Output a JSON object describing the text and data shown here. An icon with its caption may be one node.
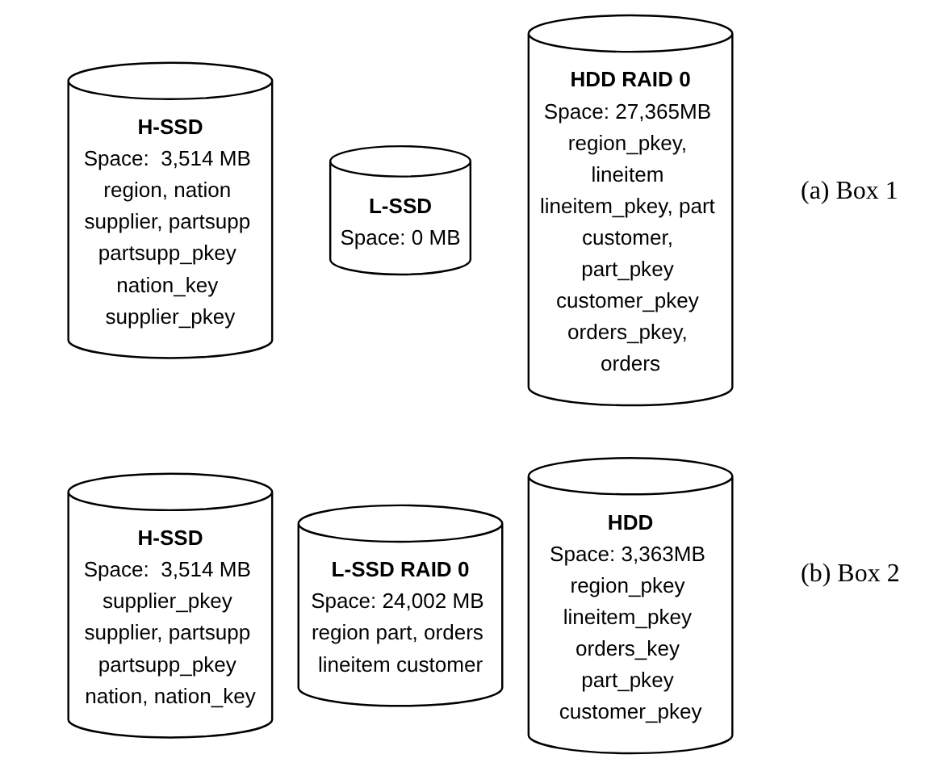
{
  "diagram": {
    "nodes": [
      {
        "text": [
          "H-SSD",
          "Space:  3,514 MB region, nation supplier, partsupp partsupp_pkey nation_key supplier_pkey"
        ]
      },
      {
        "text": [
          "L-SSD",
          "Space: 0 MB"
        ]
      },
      {
        "text": [
          "HDD RAID 0",
          "Space: 27,365MB region_pkey, lineitem lineitem_pkey, part customer, part_pkey customer_pkey orders_pkey, orders"
        ]
      },
      {
        "text": [
          "H-SSD",
          "Space:  3,514 MB supplier_pkey supplier, partsupp partsupp_pkey nation, nation_key"
        ]
      },
      {
        "text": [
          "L-SSD RAID 0",
          "Space: 24,002 MB region part, orders lineitem customer"
        ]
      },
      {
        "text": [
          "HDD",
          "Space: 3,363MB region_pkey lineitem_pkey orders_key part_pkey customer_pkey"
        ]
      }
    ],
    "labels": [
      "(a) Box 1",
      "(b) Box 2"
    ]
  }
}
